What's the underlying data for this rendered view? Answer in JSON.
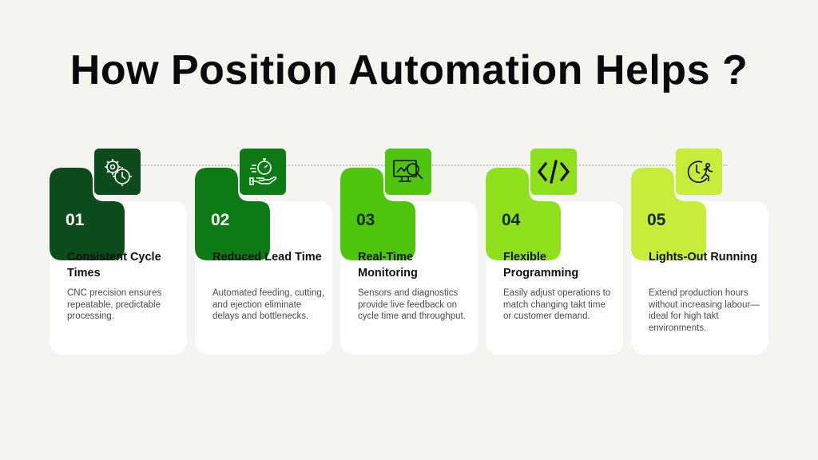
{
  "title": "How Position Automation Helps ?",
  "steps": [
    {
      "number": "01",
      "heading": "Consistent Cycle Times",
      "description": "CNC precision ensures repeatable, predictable processing.",
      "icon": "gears-clock-icon",
      "color": "#0d4a1c"
    },
    {
      "number": "02",
      "heading": "Reduced Lead Time",
      "description": "Automated feeding, cutting, and ejection eliminate delays and bottlenecks.",
      "icon": "hand-stopwatch-icon",
      "color": "#0e7a16"
    },
    {
      "number": "03",
      "heading": "Real-Time Monitoring",
      "description": "Sensors and diagnostics provide live feedback on cycle time and throughput.",
      "icon": "monitor-magnifier-icon",
      "color": "#4fc40c"
    },
    {
      "number": "04",
      "heading": "Flexible Programming",
      "description": "Easily adjust operations to match changing takt time or customer demand.",
      "icon": "code-brackets-icon",
      "color": "#8fe01c"
    },
    {
      "number": "05",
      "heading": "Lights-Out Running",
      "description": "Extend production hours without increasing labour—ideal for high takt environments.",
      "icon": "clock-runner-icon",
      "color": "#c8ec3a"
    }
  ]
}
